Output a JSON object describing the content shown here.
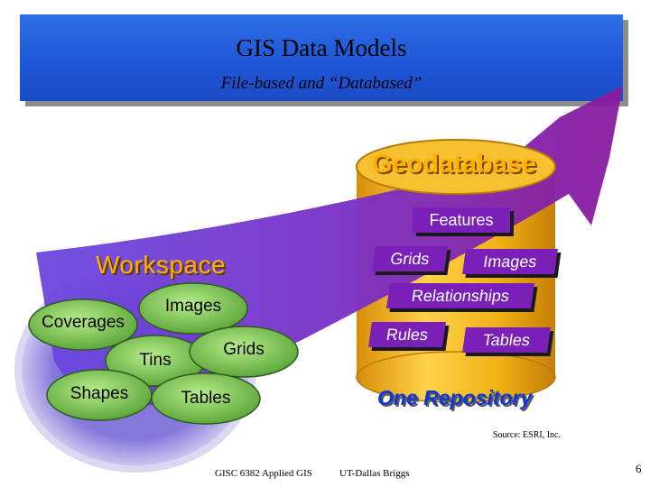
{
  "title": "GIS Data Models",
  "subtitle": "File-based and “Databased”",
  "geodatabase": {
    "label": "Geodatabase",
    "items": [
      "Features",
      "Grids",
      "Images",
      "Relationships",
      "Rules",
      "Tables"
    ],
    "caption": "One Repository"
  },
  "workspace": {
    "label": "Workspace",
    "items": [
      "Coverages",
      "Images",
      "Tins",
      "Grids",
      "Shapes",
      "Tables"
    ]
  },
  "source": "Source: ESRI, Inc.",
  "footer": {
    "course": "GISC 6382 Applied GIS",
    "institution": "UT-Dallas  Briggs",
    "page": "6"
  },
  "colors": {
    "title_bg": "#1f57d8",
    "arrow": "#7a1fb8",
    "cylinder": "#f2b318",
    "oval": "#8fd06a",
    "label": "#ffb000"
  }
}
